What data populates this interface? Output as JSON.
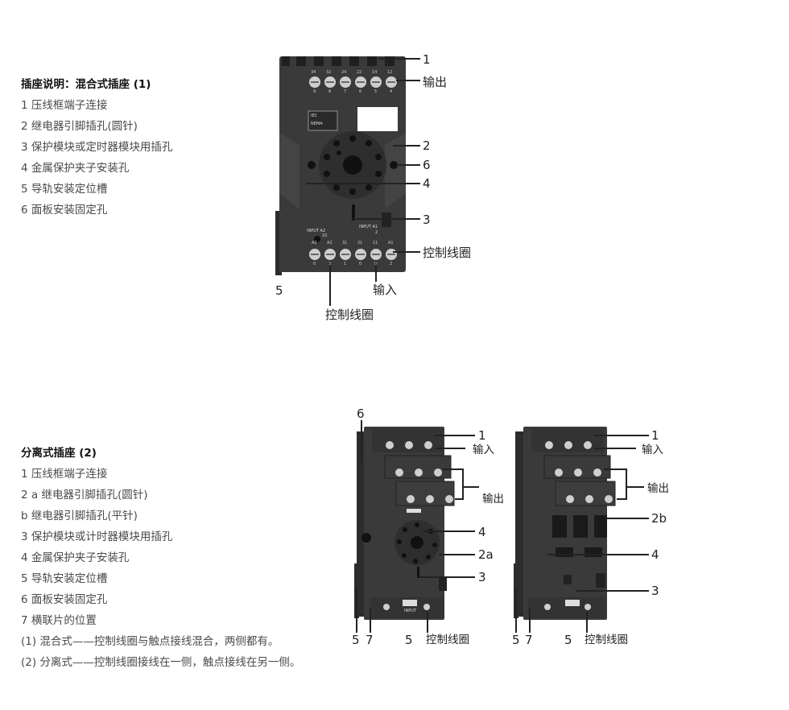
{
  "section1": {
    "title": "插座说明：混合式插座 (1)",
    "items": [
      "1 压线框端子连接",
      "2 继电器引脚插孔(圆针)",
      "3 保护模块或定时器模块用插孔",
      "4 金属保护夹子安装孔",
      "5 导轨安装定位槽",
      "6 面板安装固定孔"
    ]
  },
  "section2": {
    "title": "分离式插座 (2)",
    "items": [
      "1 压线框端子连接",
      "2 a 继电器引脚插孔(圆针)",
      "b 继电器引脚插孔(平针)",
      "3 保护模块或计时器模块用插孔",
      "4 金属保护夹子安装孔",
      "5 导轨安装定位槽",
      "6 面板安装固定孔",
      "7 横联片的位置",
      "(1) 混合式——控制线圈与触点接线混合，两侧都有。",
      "(2) 分离式——控制线圈接线在一侧，触点接线在另一侧。"
    ]
  },
  "fig1": {
    "labels": {
      "l1": "1",
      "output": "输出",
      "l2": "2",
      "l6": "6",
      "l4": "4",
      "l3": "3",
      "coil_right": "控制线圈",
      "l5": "5",
      "input": "输入",
      "coil_bottom": "控制线圈"
    },
    "body_text": {
      "top_terms": [
        "34",
        "32",
        "24",
        "22",
        "14",
        "12"
      ],
      "top_nums": [
        "9",
        "8",
        "7",
        "6",
        "5",
        "4"
      ],
      "iec": "IEC",
      "nema": "NEMA",
      "input_a2": "INPUT A2",
      "input_a2_num": "10",
      "input_a1": "INPUT A1",
      "input_a1_num": "2",
      "bot_terms": [
        "A2",
        "A2",
        "31",
        "21",
        "11",
        "A1"
      ],
      "bot_nums": [
        "0",
        "3",
        "1",
        "0",
        "0",
        "2"
      ]
    }
  },
  "fig2": {
    "labels": {
      "l6": "6",
      "l1": "1",
      "input": "输入",
      "output": "输出",
      "l4": "4",
      "l2a": "2a",
      "l3": "3",
      "l5": "5",
      "l7": "7",
      "l5b": "5",
      "coil": "控制线圈"
    },
    "body_text": {
      "input": "INPUT"
    }
  },
  "fig3": {
    "labels": {
      "l1": "1",
      "input": "输入",
      "output": "输出",
      "l2b": "2b",
      "l4": "4",
      "l3": "3",
      "l5": "5",
      "l7": "7",
      "l5b": "5",
      "coil": "控制线圈"
    }
  }
}
